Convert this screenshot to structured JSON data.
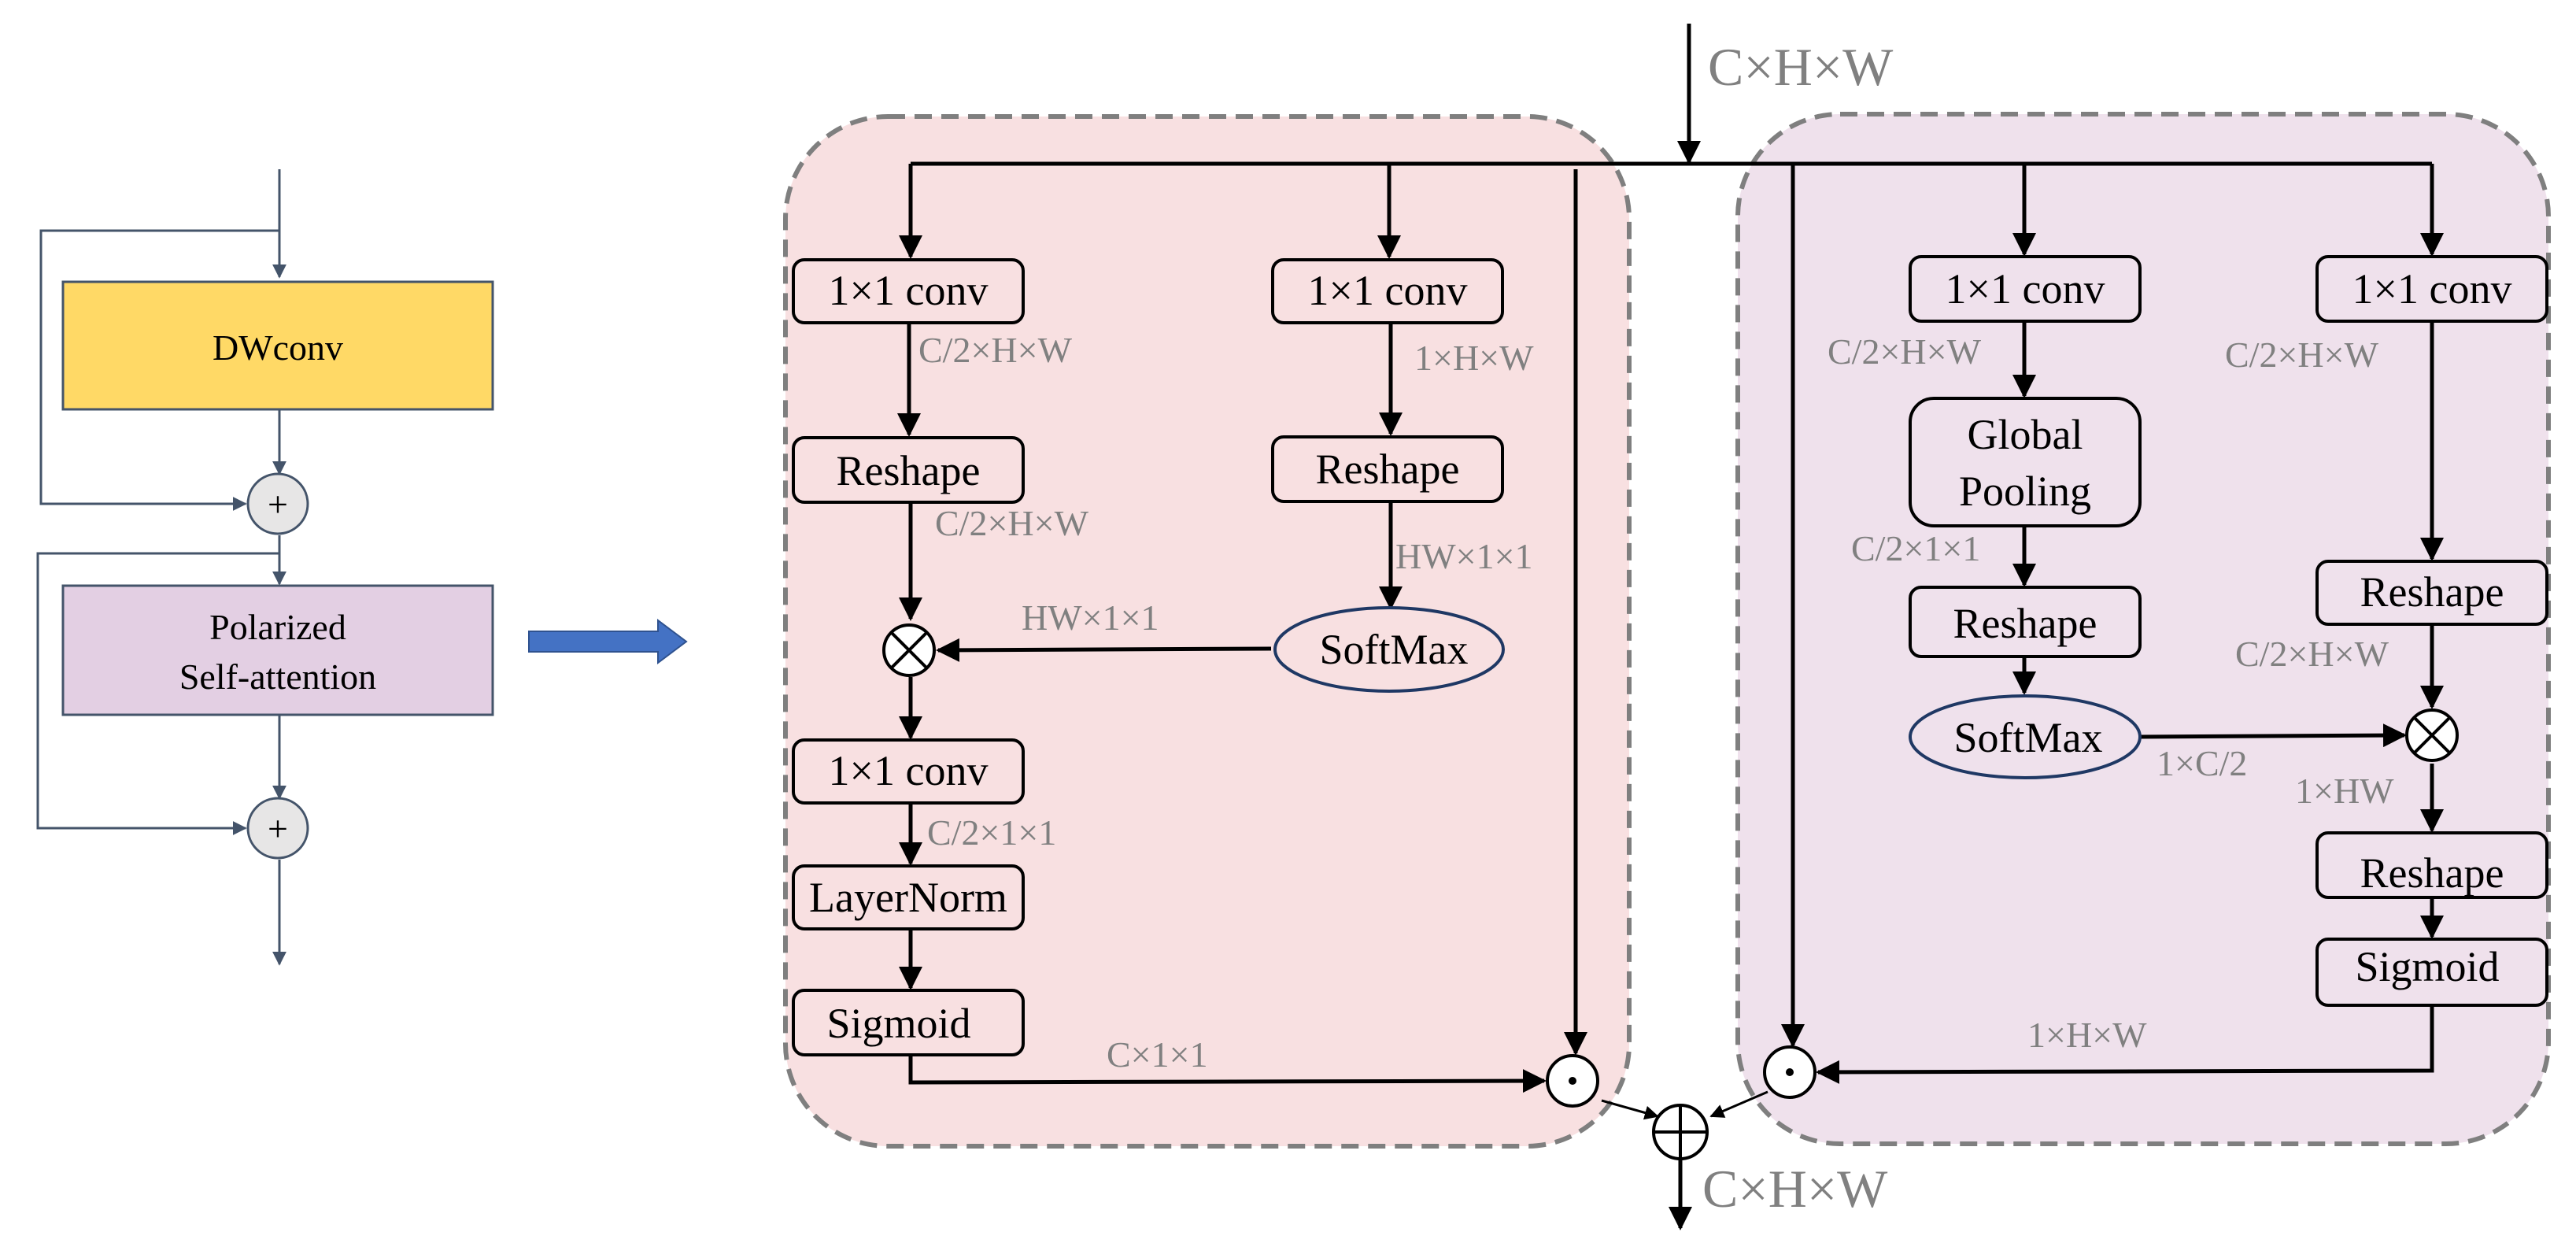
{
  "left_block": {
    "dwconv_label": "DWconv",
    "psa_label_line1": "Polarized",
    "psa_label_line2": "Self-attention",
    "add_symbol": "+"
  },
  "top_input_label": "C×H×W",
  "bottom_output_label": "C×H×W",
  "channel_branch": {
    "conv_left": "1×1 conv",
    "conv_right": "1×1 conv",
    "dim_conv_left": "C/2×H×W",
    "dim_conv_right": "1×H×W",
    "reshape_left": "Reshape",
    "reshape_right": "Reshape",
    "dim_reshape_left": "C/2×H×W",
    "dim_reshape_right": "HW×1×1",
    "softmax": "SoftMax",
    "dim_softmax": "HW×1×1",
    "conv_after_mul": "1×1 conv",
    "dim_conv_after_mul": "C/2×1×1",
    "layernorm": "LayerNorm",
    "sigmoid": "Sigmoid",
    "dim_sigmoid": "C×1×1"
  },
  "spatial_branch": {
    "conv_left": "1×1 conv",
    "conv_right": "1×1 conv",
    "dim_conv_left": "C/2×H×W",
    "dim_conv_right": "C/2×H×W",
    "pooling_line1": "Global",
    "pooling_line2": "Pooling",
    "dim_pooling": "C/2×1×1",
    "reshape_left": "Reshape",
    "reshape_right": "Reshape",
    "dim_reshape_right": "C/2×H×W",
    "softmax": "SoftMax",
    "dim_softmax": "1×C/2",
    "dim_mul": "1×HW",
    "reshape_after_mul": "Reshape",
    "sigmoid": "Sigmoid",
    "dim_sigmoid": "1×H×W"
  },
  "colors": {
    "dwconv_fill": "#ffd966",
    "psa_fill": "#e3cfe3",
    "channel_region_fill": "#f8e0e1",
    "spatial_region_fill": "#efe1ec",
    "region_border": "#7f7f7f",
    "arrow_blue": "#4472c4",
    "left_line": "#44546a"
  }
}
